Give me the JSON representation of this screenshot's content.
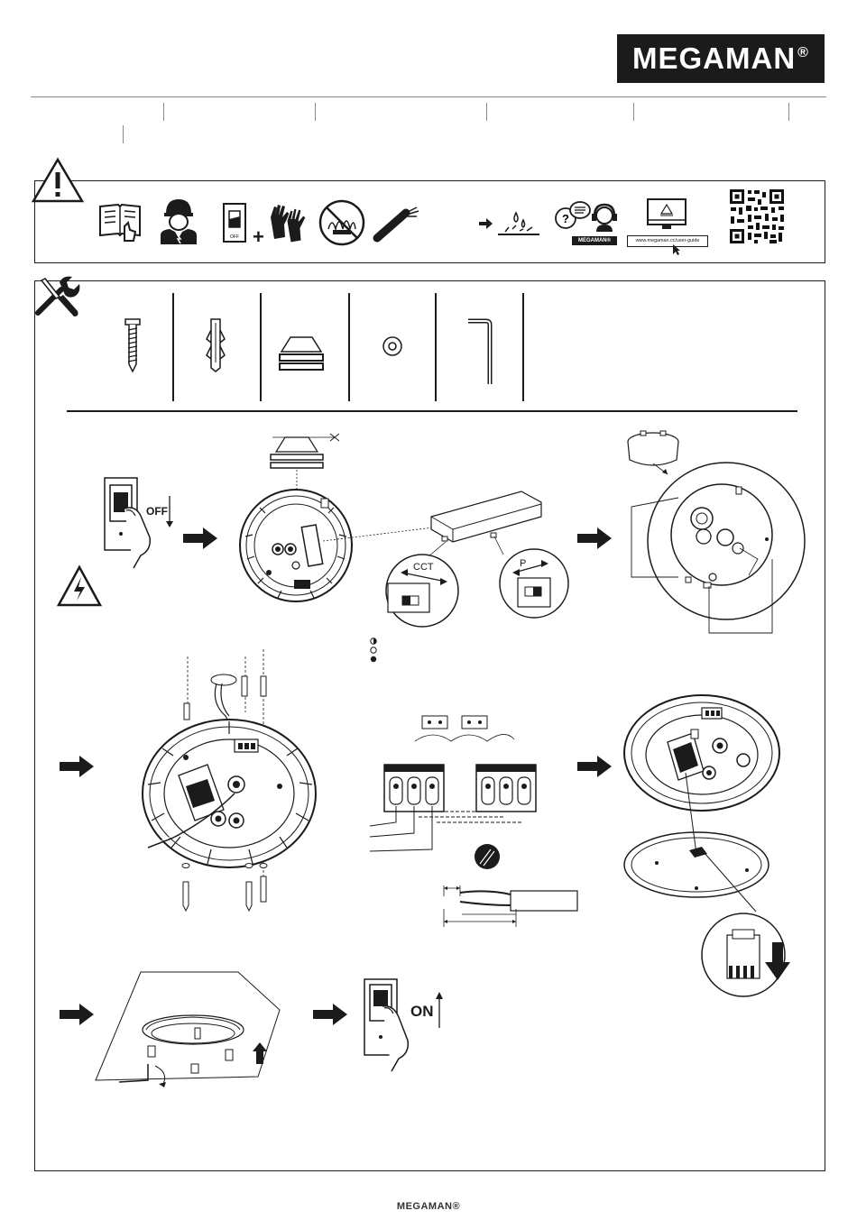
{
  "brand": {
    "name": "MEGAMAN",
    "reg": "®"
  },
  "warning": {
    "website": "www.megaman.cc/user-guide",
    "support_badge": "MEGAMAN®",
    "switch_off_label": "OFF"
  },
  "steps": {
    "off_label": "OFF",
    "on_label": "ON",
    "cct_label": "CCT",
    "power_label": "P"
  },
  "footer": {
    "brand": "MEGAMAN®"
  }
}
